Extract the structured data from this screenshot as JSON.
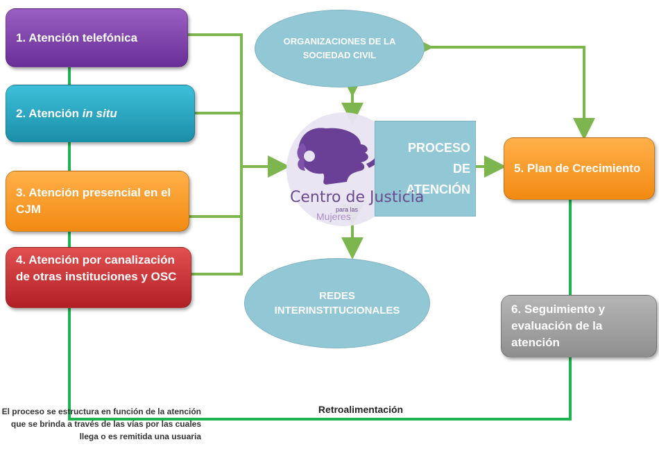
{
  "boxes": {
    "b1": "1.  Atención telefónica",
    "b2_prefix": "2. Atención ",
    "b2_italic": "in situ",
    "b3": "3. Atención presencial en el CJM",
    "b4": "4. Atención por canalización de otras instituciones y OSC",
    "b5": "5. Plan de Crecimiento",
    "b6": "6. Seguimiento y evaluación de la atención"
  },
  "ellipses": {
    "osc": "ORGANIZACIONES DE LA SOCIEDAD CIVIL",
    "redes": "REDES INTERINSTITUCIONALES"
  },
  "process": {
    "line1": "PROCESO",
    "line2": "DE",
    "line3": "ATENCIÓN"
  },
  "logo": {
    "main": "Centro de Justicia",
    "sub": "para las",
    "sub2": "Mujeres"
  },
  "feedback_label": "Retroalimentación",
  "note": "El proceso se estructura en función de la atención que se brinda  a través de las vías por las cuales llega o es remitida una usuaria",
  "colors": {
    "connector_green": "#7db64e",
    "feedback_green": "#1db34f",
    "ellipse_blue": "#92c7d6",
    "purple": "#7a3fa8",
    "teal": "#2aa8c4",
    "orange": "#f7991c",
    "red": "#c93035",
    "gray": "#a0a0a0"
  }
}
